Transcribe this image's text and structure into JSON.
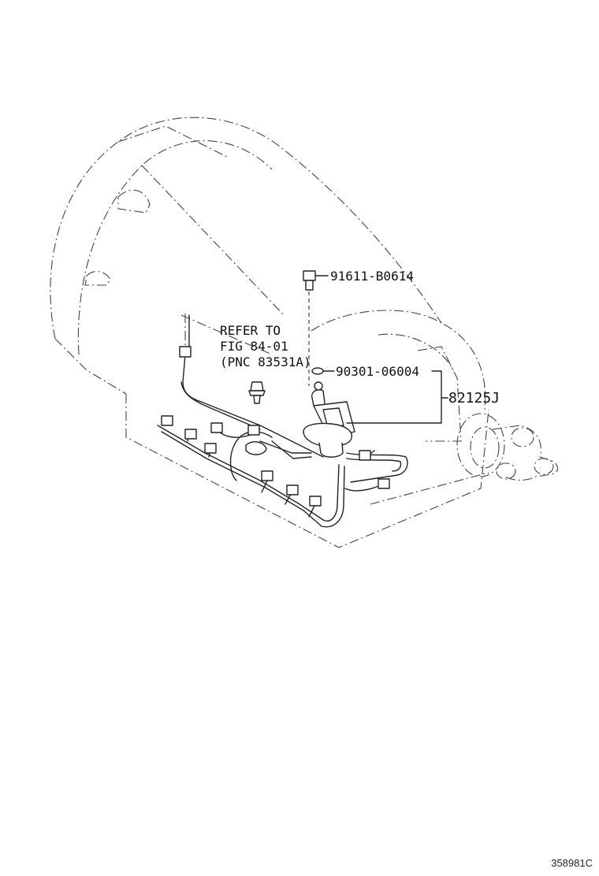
{
  "callouts": {
    "bolt": "91611-B0614",
    "oring": "90301-06004",
    "assembly": "82125J",
    "refer_line1": "REFER TO",
    "refer_line2": "FIG 84-01",
    "refer_line3": "(PNC 83531A)"
  },
  "figure_id": "358981C"
}
